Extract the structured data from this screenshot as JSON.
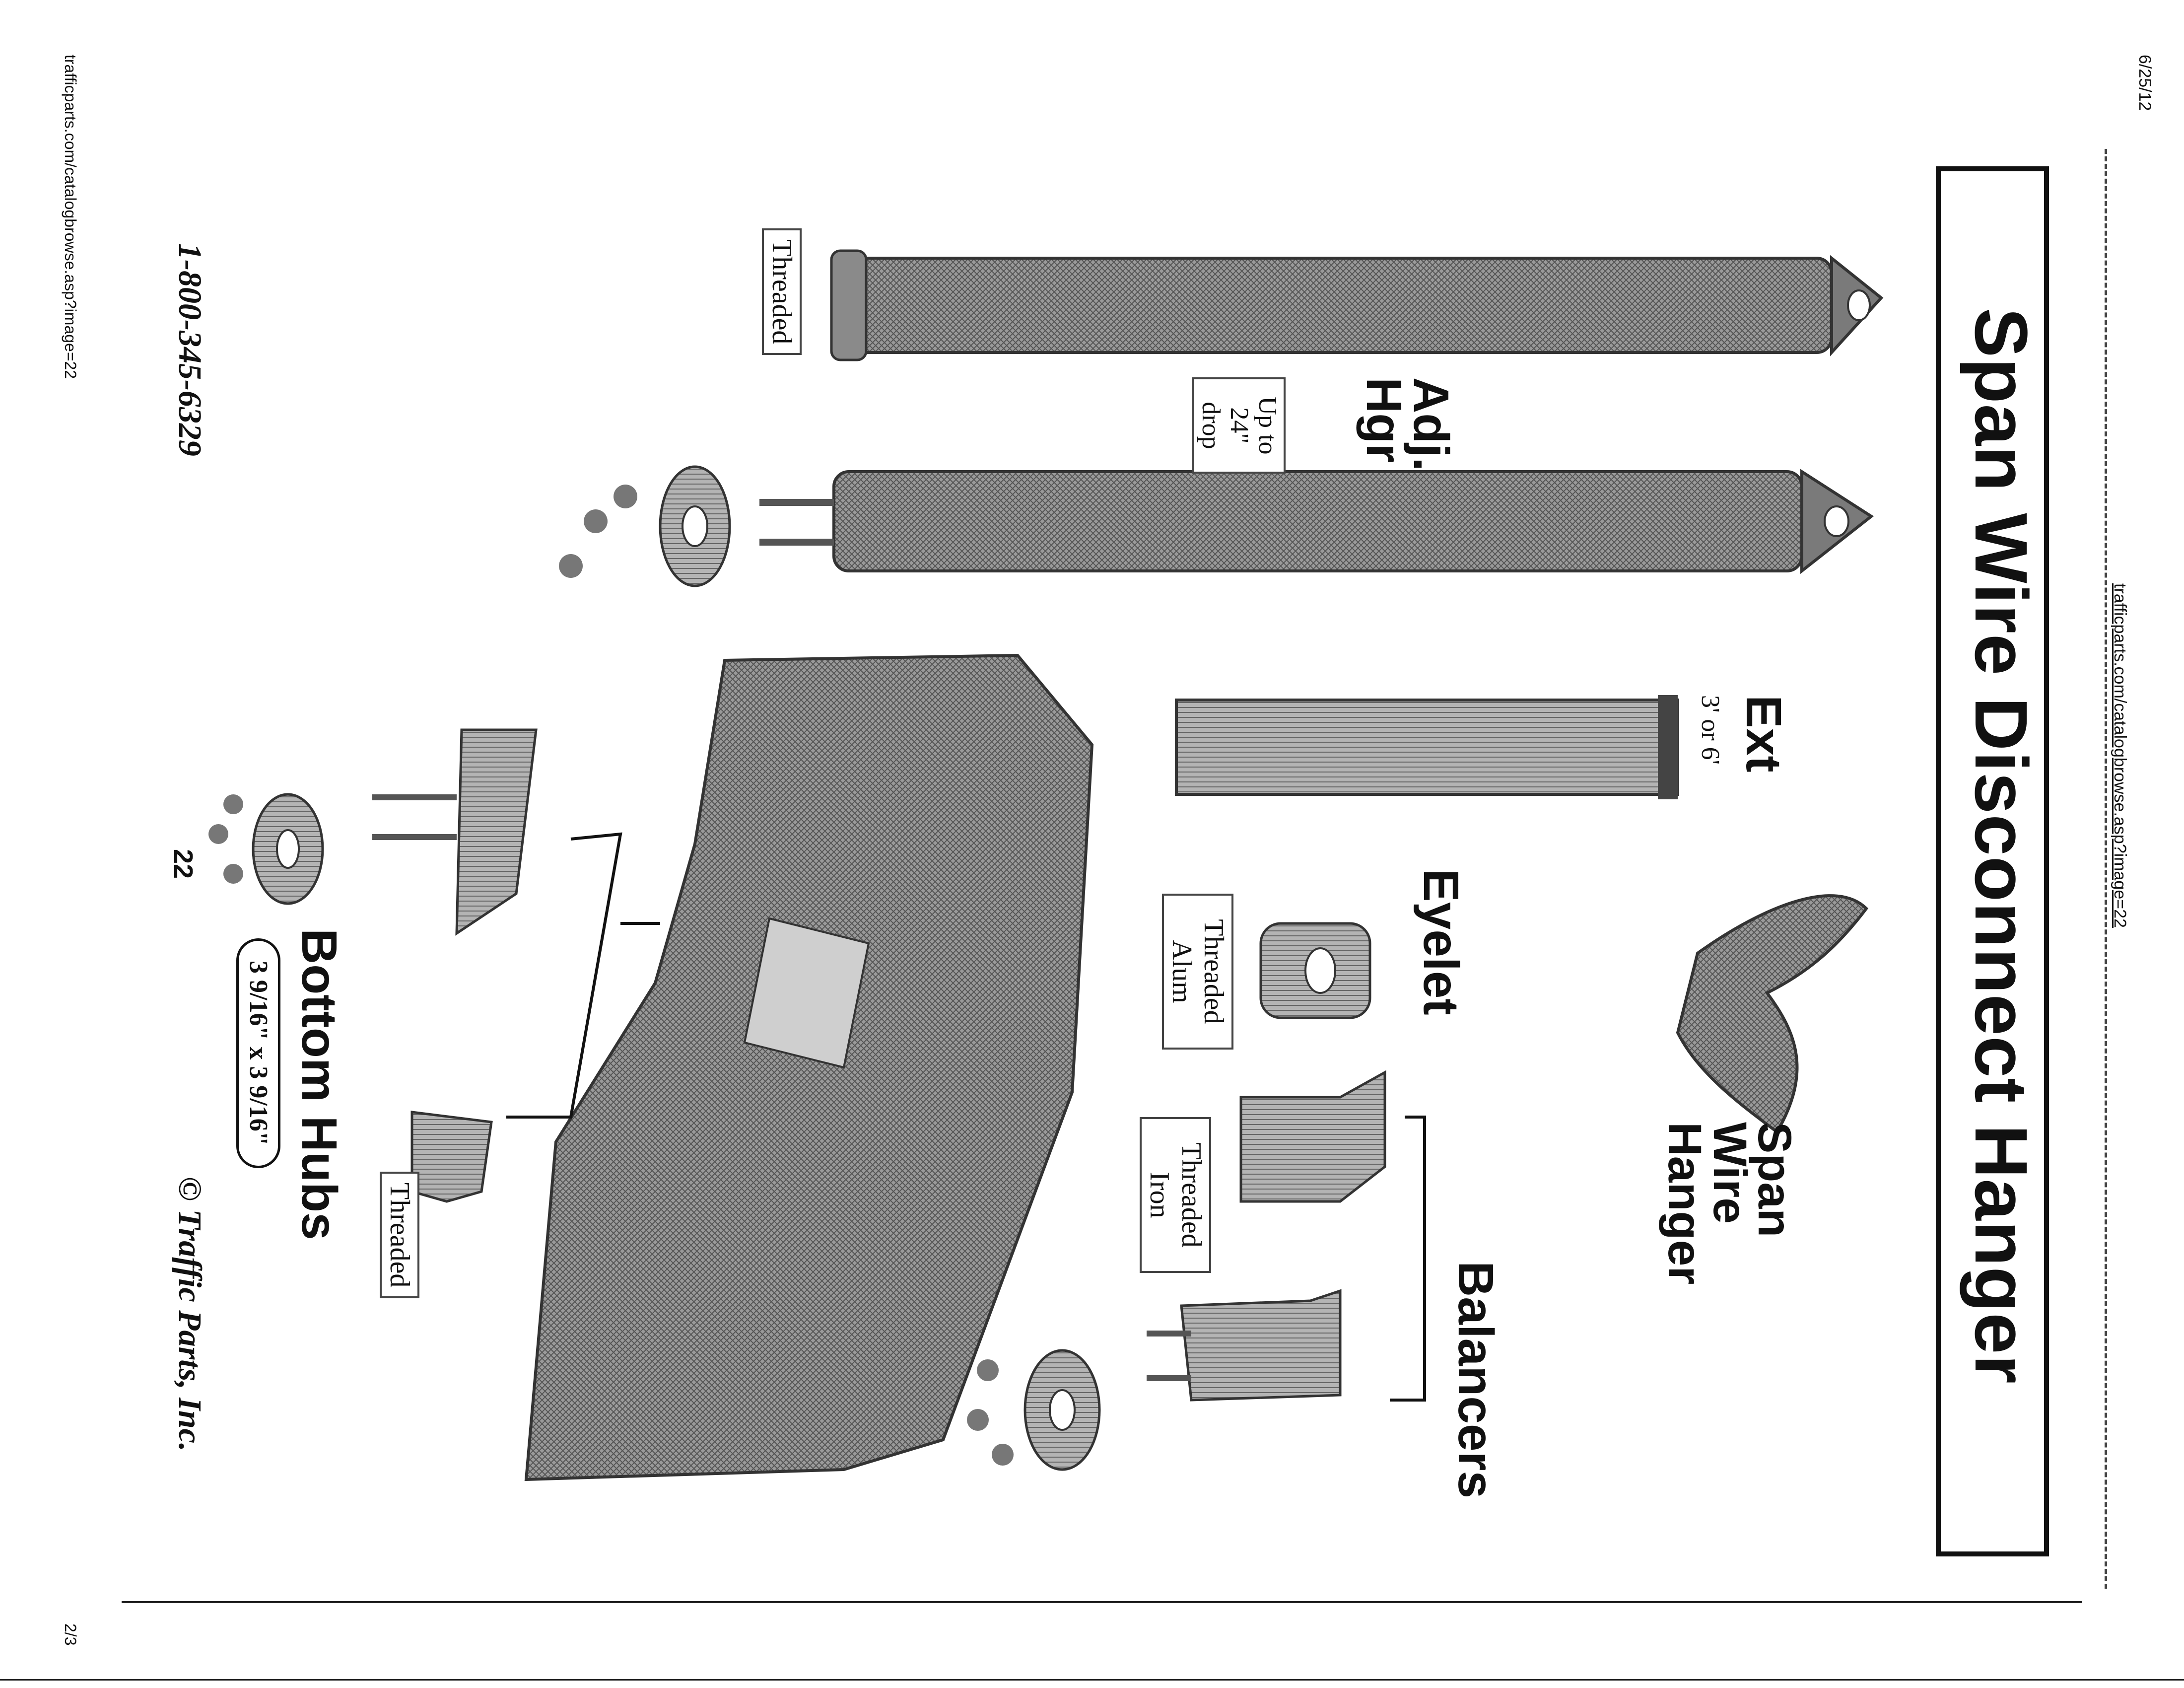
{
  "print_header": {
    "date": "6/25/12",
    "url": "trafficparts.com/catalogbrowse.asp?image=22"
  },
  "print_footer": {
    "url": "trafficparts.com/catalogbrowse.asp?image=22",
    "page": "2/3"
  },
  "title": "Span Wire Disconnect Hanger",
  "parts": {
    "span_wire_hanger": "Span Wire Hanger",
    "ext": {
      "name": "Ext",
      "size": "3' or 6'"
    },
    "adj_hgr": {
      "name": "Adj. Hgr",
      "drop": "Up to 24\" drop"
    },
    "threaded_tube": "Threaded",
    "eyelet": {
      "name": "Eyelet",
      "material": "Threaded Alum"
    },
    "balancers": {
      "name": "Balancers",
      "material": "Threaded Iron"
    },
    "bottom_hubs": {
      "name": "Bottom Hubs",
      "size": "3 9/16\" x 3 9/16\"",
      "note": "Threaded"
    }
  },
  "catalog_page": "22",
  "copyright": "© Traffic Parts, Inc.",
  "phone": "1-800-345-6329"
}
